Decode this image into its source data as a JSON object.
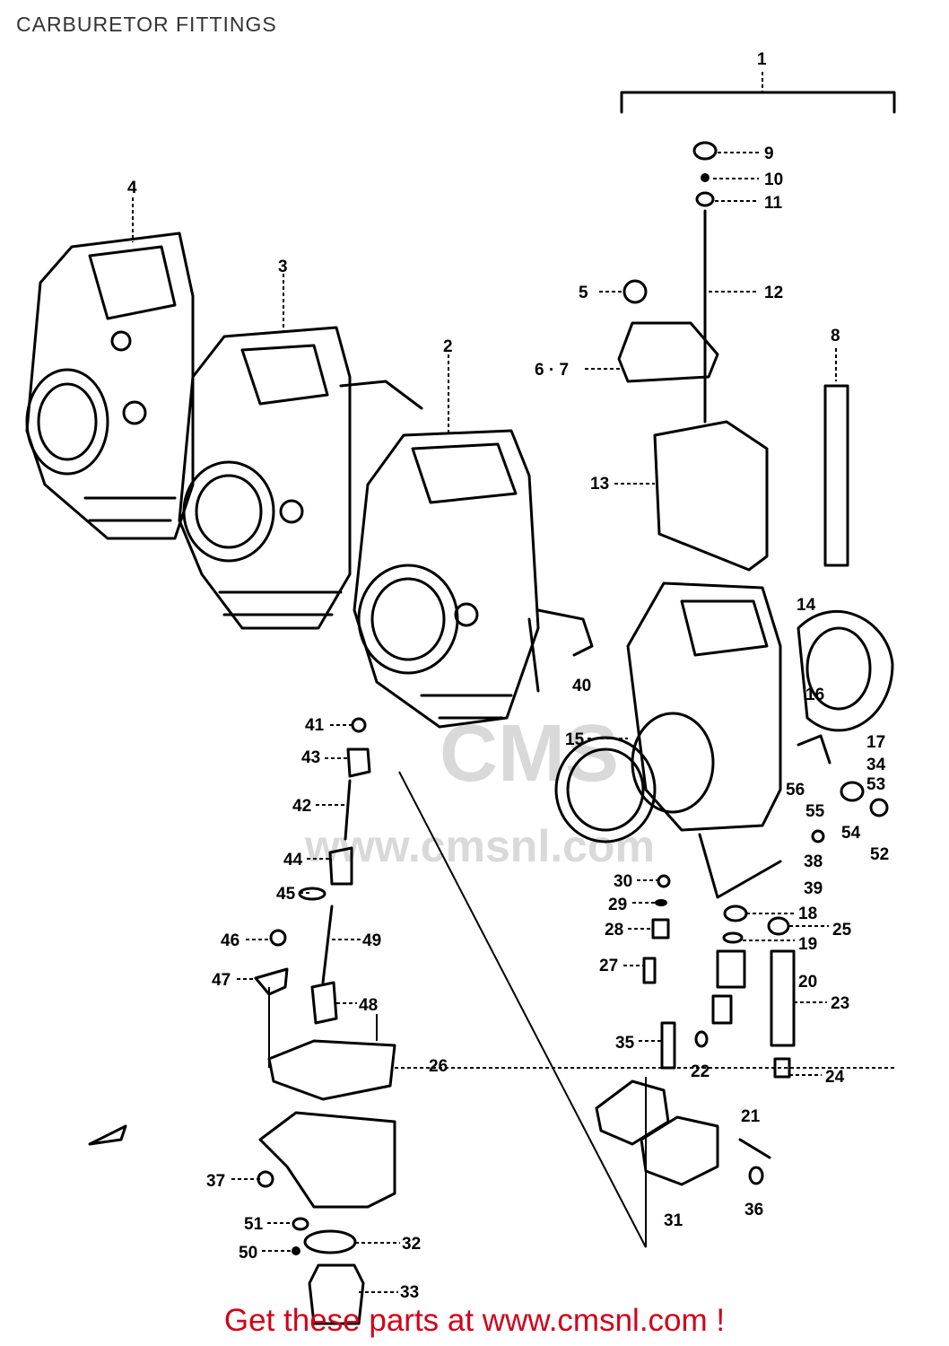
{
  "header": {
    "title": "CARBURETOR FITTINGS"
  },
  "footer": {
    "cta": "Get these parts at www.cmsnl.com !"
  },
  "watermark": {
    "brand": "CMS",
    "url": "www.cmsnl.com"
  },
  "colors": {
    "footer_text": "#d0021b",
    "line_art": "#000000",
    "watermark": "#d9d9d9"
  },
  "callouts": {
    "c1": "1",
    "c2": "2",
    "c3": "3",
    "c4": "4",
    "c5": "5",
    "c6_7": "6 · 7",
    "c8": "8",
    "c9": "9",
    "c10": "10",
    "c11": "11",
    "c12": "12",
    "c13": "13",
    "c14": "14",
    "c15": "15",
    "c16": "16",
    "c17": "17",
    "c18": "18",
    "c19": "19",
    "c20": "20",
    "c21": "21",
    "c22": "22",
    "c23": "23",
    "c24": "24",
    "c25": "25",
    "c26": "26",
    "c27": "27",
    "c28": "28",
    "c29": "29",
    "c30": "30",
    "c31": "31",
    "c32": "32",
    "c33": "33",
    "c34": "34",
    "c35": "35",
    "c36": "36",
    "c37": "37",
    "c38": "38",
    "c39": "39",
    "c40": "40",
    "c41": "41",
    "c42": "42",
    "c43": "43",
    "c44": "44",
    "c45": "45",
    "c46": "46",
    "c47": "47",
    "c48": "48",
    "c49": "49",
    "c50": "50",
    "c51": "51",
    "c52": "52",
    "c53": "53",
    "c54": "54",
    "c55": "55",
    "c56": "56"
  }
}
